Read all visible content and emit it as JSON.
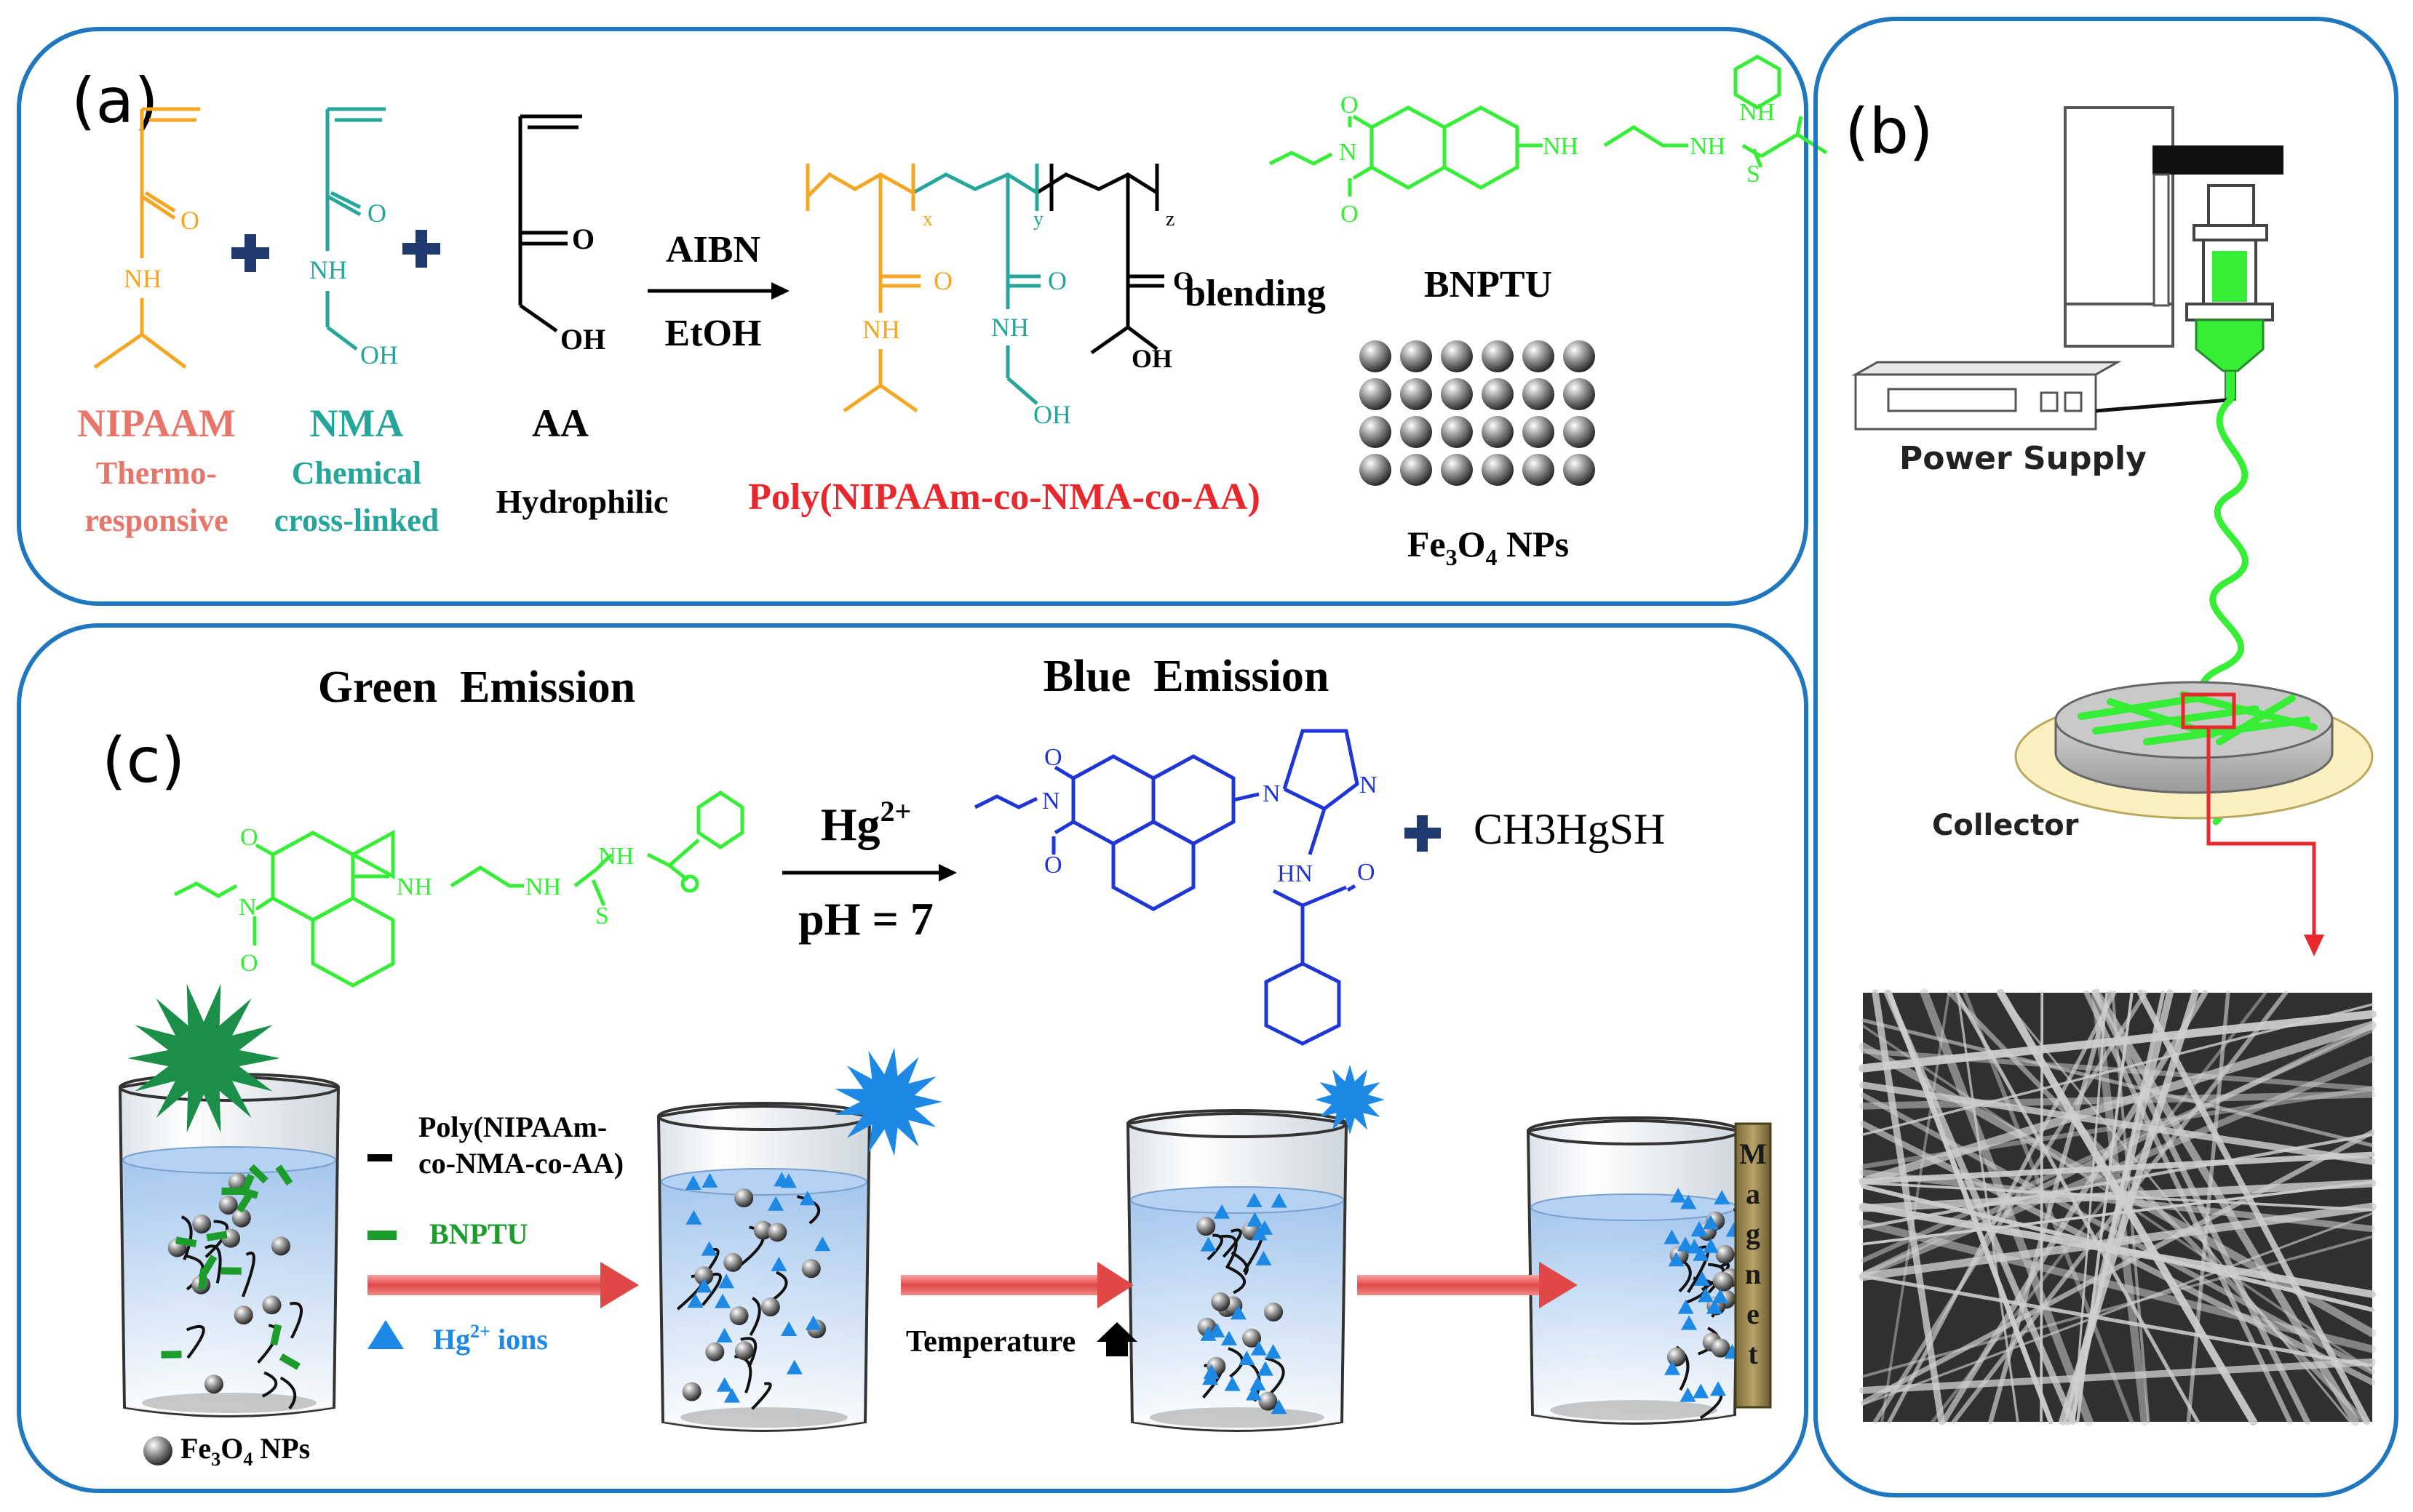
{
  "colors": {
    "panel_border": "#1f77c0",
    "nipaam": "#f5a623",
    "nma": "#26a69a",
    "green": "#35ee35",
    "blue": "#1f35d6",
    "red": "#e8282c",
    "salmon": "#e8756a",
    "arrow_red": "#e05050",
    "hg_blue": "#1e88e5",
    "navy": "#1f3a6e"
  },
  "panel_a": {
    "label": "(a)",
    "nipaam": {
      "name": "NIPAAM",
      "desc1": "Thermo-",
      "desc2": "responsive",
      "o": "O",
      "nh": "NH"
    },
    "nma": {
      "name": "NMA",
      "desc1": "Chemical",
      "desc2": "cross-linked",
      "o": "O",
      "nh": "NH",
      "oh": "OH"
    },
    "aa": {
      "name": "AA",
      "desc": "Hydrophilic",
      "o": "O",
      "oh": "OH"
    },
    "reaction": {
      "top": "AIBN",
      "bottom": "EtOH"
    },
    "polymer": {
      "name": "Poly(NIPAAm-co-NMA-co-AA)",
      "x": "x",
      "y": "y",
      "z": "z",
      "o": "O",
      "nh": "NH",
      "oh": "OH"
    },
    "blending": "blending",
    "bnptu": {
      "name": "BNPTU",
      "n": "N",
      "o": "O",
      "nh": "NH",
      "s": "S"
    },
    "fe3o4": {
      "name_prefix": "Fe",
      "sub1": "3",
      "mid": "O",
      "sub2": "4",
      "suffix": " NPs"
    }
  },
  "panel_b": {
    "label": "(b)",
    "power_supply": "Power Supply",
    "collector": "Collector"
  },
  "panel_c": {
    "label": "(c)",
    "green_emission": "Green  Emission",
    "blue_emission": "Blue  Emission",
    "hg": "Hg",
    "hg_sup": "2+",
    "ph": "pH = 7",
    "byproduct": "CH3HgSH",
    "legend": {
      "poly_line1": "Poly(NIPAAm-",
      "poly_line2": "co-NMA-co-AA)",
      "bnptu": "BNPTU",
      "hg_ions": "Hg",
      "hg_ions_sup": "2+",
      "hg_ions_suffix": " ions",
      "fe3o4_prefix": "Fe",
      "fe3o4_sub1": "3",
      "fe3o4_mid": "O",
      "fe3o4_sub2": "4",
      "fe3o4_suffix": " NPs"
    },
    "temperature": "Temperature",
    "magnet_letters": [
      "M",
      "a",
      "g",
      "n",
      "e",
      "t"
    ],
    "chem": {
      "n": "N",
      "o": "O",
      "nh": "NH",
      "hn": "HN",
      "s": "S"
    }
  }
}
